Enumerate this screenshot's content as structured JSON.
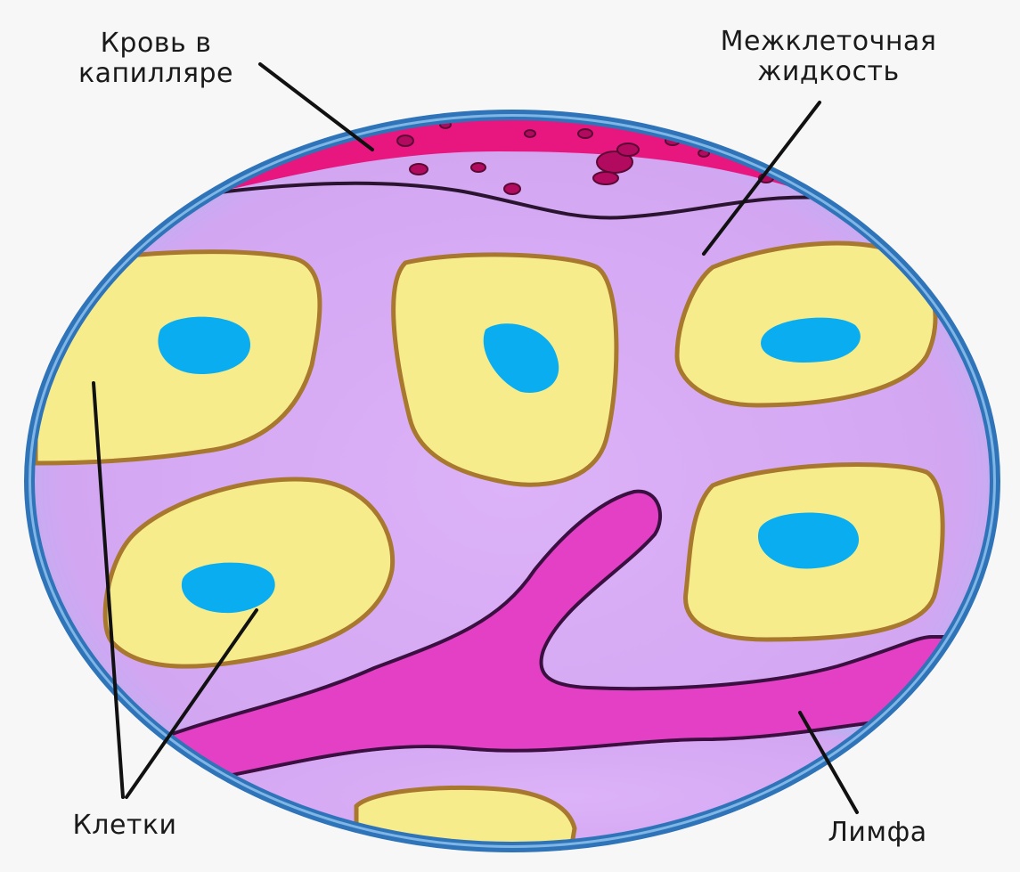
{
  "labels": {
    "blood_in_capillary": "Кровь в\nкапилляре",
    "intercellular_fluid": "Межклеточная\nжидкость",
    "cells": "Клетки",
    "lymph": "Лимфа"
  },
  "colors": {
    "intercellular_fluid": "#d8abf5",
    "capillary_blood": "#e8177f",
    "lymph": "#e440c6",
    "cell_body": "#f7ec8c",
    "cell_membrane": "#a8782f",
    "nucleus": "#0aaef0",
    "vessel_rim": "#3a83c4",
    "leader_lines": "#111111"
  }
}
